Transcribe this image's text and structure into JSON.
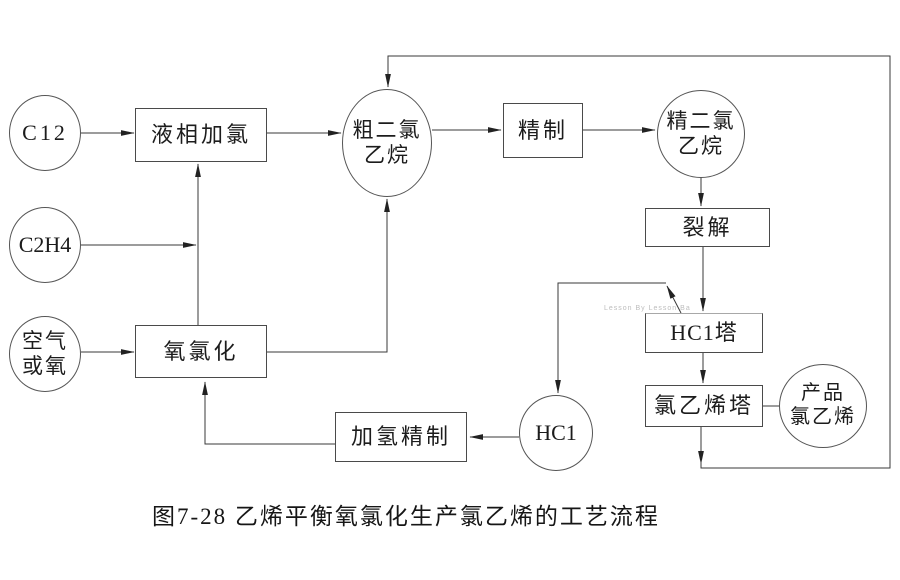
{
  "diagram": {
    "caption": "图7-28 乙烯平衡氧氯化生产氯乙烯的工艺流程",
    "watermark": "Lesson By Lesson Ba",
    "nodes": {
      "cl2": {
        "label": "C12",
        "shape": "circle"
      },
      "c2h4": {
        "label": "C2H4",
        "shape": "circle"
      },
      "air_or_oxygen": {
        "line1": "空气",
        "line2": "或氧",
        "shape": "circle"
      },
      "liquid_phase_chlorination": {
        "label": "液相加氯",
        "shape": "box"
      },
      "crude_dichloroethane": {
        "line1": "粗二氯",
        "line2": "乙烷",
        "shape": "circle"
      },
      "refining": {
        "label": "精制",
        "shape": "box"
      },
      "refined_dichloroethane": {
        "line1": "精二氯",
        "line2": "乙烷",
        "shape": "circle"
      },
      "cracking": {
        "label": "裂解",
        "shape": "box"
      },
      "hcl_tower": {
        "label": "HC1塔",
        "shape": "box"
      },
      "vcm_tower": {
        "label": "氯乙烯塔",
        "shape": "box"
      },
      "oxychlorination": {
        "label": "氧氯化",
        "shape": "box"
      },
      "hydrogenation_refining": {
        "label": "加氢精制",
        "shape": "box"
      },
      "hcl": {
        "label": "HC1",
        "shape": "circle"
      },
      "product_vcm": {
        "line1": "产品",
        "line2": "氯乙烯",
        "shape": "circle"
      }
    },
    "line_color": "#3a3a3a",
    "background": "#ffffff"
  }
}
